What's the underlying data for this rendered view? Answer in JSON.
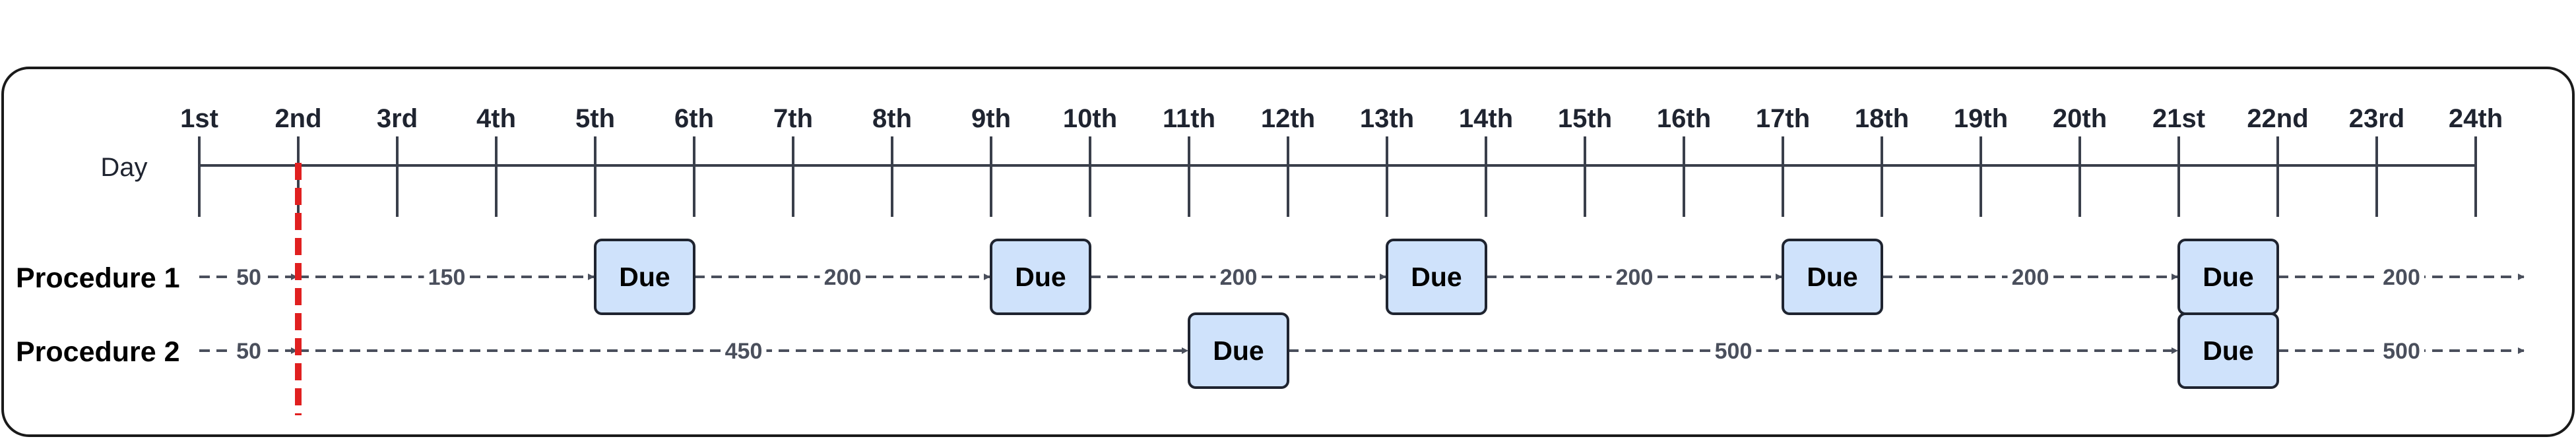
{
  "axis": {
    "label": "Day",
    "ticks": [
      "1st",
      "2nd",
      "3rd",
      "4th",
      "5th",
      "6th",
      "7th",
      "8th",
      "9th",
      "10th",
      "11th",
      "12th",
      "13th",
      "14th",
      "15th",
      "16th",
      "17th",
      "18th",
      "19th",
      "20th",
      "21st",
      "22nd",
      "23rd",
      "24th"
    ]
  },
  "current_marker": {
    "day_index": 1,
    "color": "#e02020"
  },
  "due_label": "Due",
  "rows": [
    {
      "label": "Procedure 1",
      "segments": [
        {
          "label": "50",
          "from": 0,
          "to": 1
        },
        {
          "label": "150",
          "from": 1,
          "to": 4
        },
        {
          "label": "200",
          "from": 5,
          "to": 8
        },
        {
          "label": "200",
          "from": 9,
          "to": 12
        },
        {
          "label": "200",
          "from": 13,
          "to": 16
        },
        {
          "label": "200",
          "from": 17,
          "to": 20
        },
        {
          "label": "200",
          "from": 21,
          "to": 23.5
        }
      ],
      "due": [
        4,
        8,
        12,
        16,
        20
      ]
    },
    {
      "label": "Procedure 2",
      "segments": [
        {
          "label": "50",
          "from": 0,
          "to": 1
        },
        {
          "label": "450",
          "from": 1,
          "to": 10
        },
        {
          "label": "500",
          "from": 11,
          "to": 20
        },
        {
          "label": "500",
          "from": 21,
          "to": 23.5
        }
      ],
      "due": [
        10,
        20
      ]
    }
  ],
  "colors": {
    "axis": "#3a3f4b",
    "arrow": "#4a4f5c",
    "due_fill": "#cfe2fb",
    "due_stroke": "#1f2430",
    "frame": "#1a1a1a"
  }
}
